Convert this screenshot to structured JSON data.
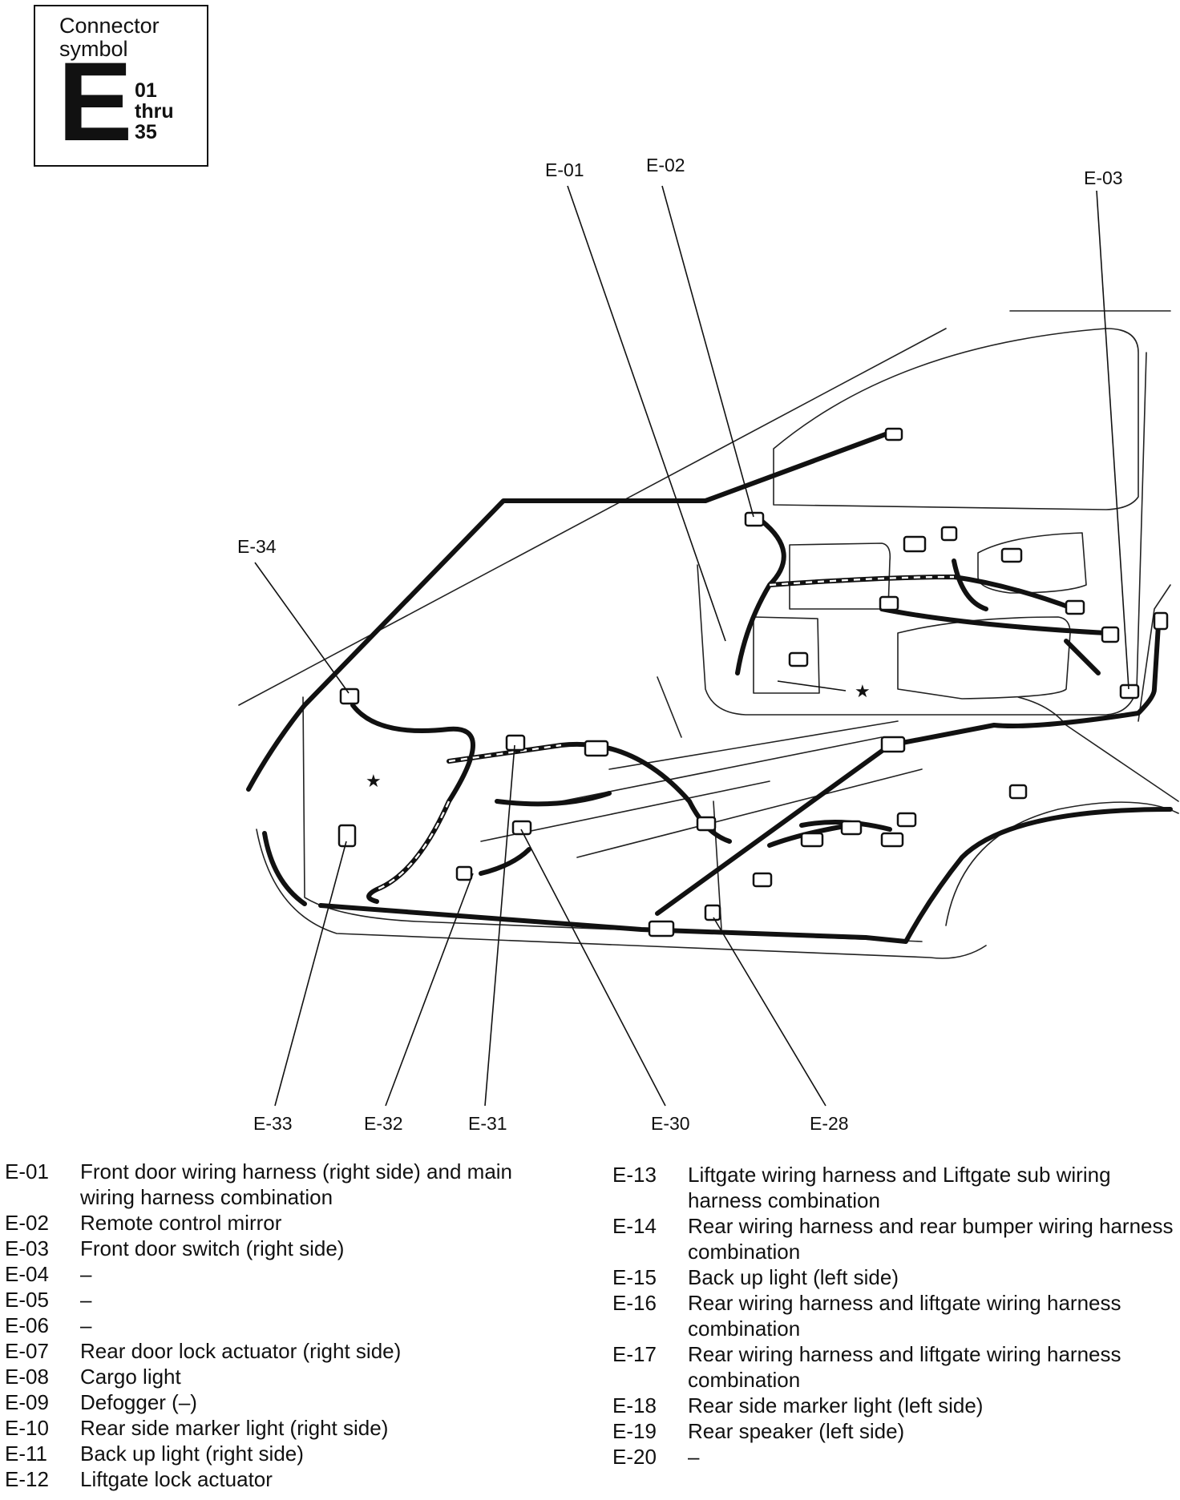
{
  "symbol_box": {
    "title": "Connector\nsymbol",
    "letter": "E",
    "range_start": "01",
    "range_word": "thru",
    "range_end": "35"
  },
  "diagram_labels": {
    "e01": "E-01",
    "e02": "E-02",
    "e03": "E-03",
    "e34": "E-34",
    "e33": "E-33",
    "e32": "E-32",
    "e31": "E-31",
    "e30": "E-30",
    "e28": "E-28"
  },
  "legend_left": [
    {
      "code": "E-01",
      "desc": "Front door wiring harness (right side) and main wiring harness combination"
    },
    {
      "code": "E-02",
      "desc": "Remote control mirror"
    },
    {
      "code": "E-03",
      "desc": "Front door switch (right side)"
    },
    {
      "code": "E-04",
      "desc": "–"
    },
    {
      "code": "E-05",
      "desc": "–"
    },
    {
      "code": "E-06",
      "desc": "–"
    },
    {
      "code": "E-07",
      "desc": "Rear door lock actuator (right side)"
    },
    {
      "code": "E-08",
      "desc": "Cargo light"
    },
    {
      "code": "E-09",
      "desc": "Defogger (–)"
    },
    {
      "code": "E-10",
      "desc": "Rear side marker light (right side)"
    },
    {
      "code": "E-11",
      "desc": "Back up light (right side)"
    },
    {
      "code": "E-12",
      "desc": "Liftgate lock actuator"
    }
  ],
  "legend_right": [
    {
      "code": "E-13",
      "desc": "Liftgate wiring harness and Liftgate sub wiring harness combination"
    },
    {
      "code": "E-14",
      "desc": "Rear wiring harness and rear bumper wiring harness combination"
    },
    {
      "code": "E-15",
      "desc": "Back up light (left side)"
    },
    {
      "code": "E-16",
      "desc": "Rear wiring harness and liftgate wiring harness combination"
    },
    {
      "code": "E-17",
      "desc": "Rear wiring harness and liftgate wiring harness combination"
    },
    {
      "code": "E-18",
      "desc": "Rear side marker light (left side)"
    },
    {
      "code": "E-19",
      "desc": "Rear speaker (left side)"
    },
    {
      "code": "E-20",
      "desc": "–"
    }
  ]
}
